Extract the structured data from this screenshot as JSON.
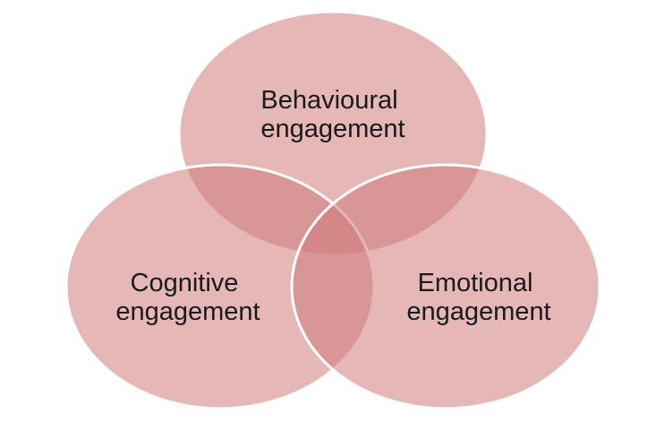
{
  "diagram": {
    "type": "venn",
    "fill_color": "#cf7b7b",
    "stroke_color": "#ffffff",
    "sets": [
      {
        "line1": "Behavioural",
        "line2": "engagement"
      },
      {
        "line1": "Cognitive",
        "line2": "engagement"
      },
      {
        "line1": "Emotional",
        "line2": "engagement"
      }
    ]
  }
}
